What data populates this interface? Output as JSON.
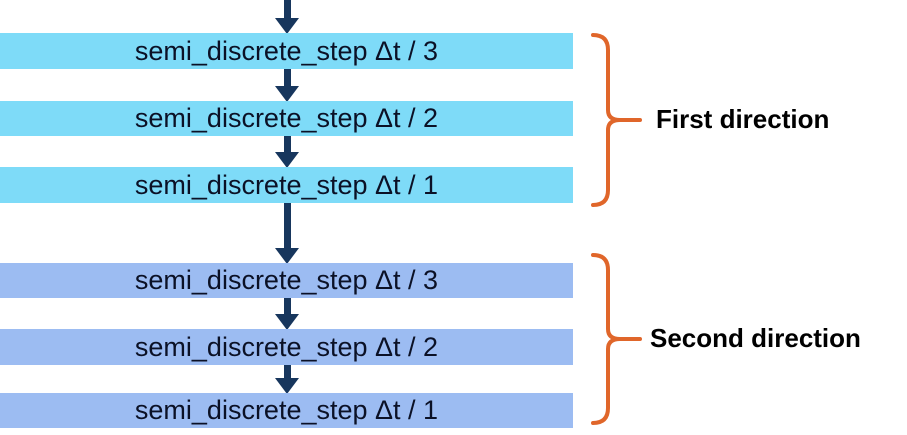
{
  "diagram": {
    "groups": [
      {
        "label": "First direction",
        "bar_color": "#7EDBF8",
        "steps": [
          "semi_discrete_step Δt / 3",
          "semi_discrete_step Δt / 2",
          "semi_discrete_step Δt / 1"
        ]
      },
      {
        "label": "Second direction",
        "bar_color": "#9CBCF2",
        "steps": [
          "semi_discrete_step Δt / 3",
          "semi_discrete_step Δt / 2",
          "semi_discrete_step Δt / 1"
        ]
      }
    ],
    "icons": {
      "flow_arrow": "down-arrow",
      "group_marker": "right-curly-brace"
    },
    "colors": {
      "arrow": "#17365D",
      "bracket": "#E0662A",
      "bar1": "#7EDBF8",
      "bar2": "#9CBCF2",
      "bar_text": "#0B1126",
      "label_text": "#000000",
      "background": "#FFFFFF"
    }
  }
}
